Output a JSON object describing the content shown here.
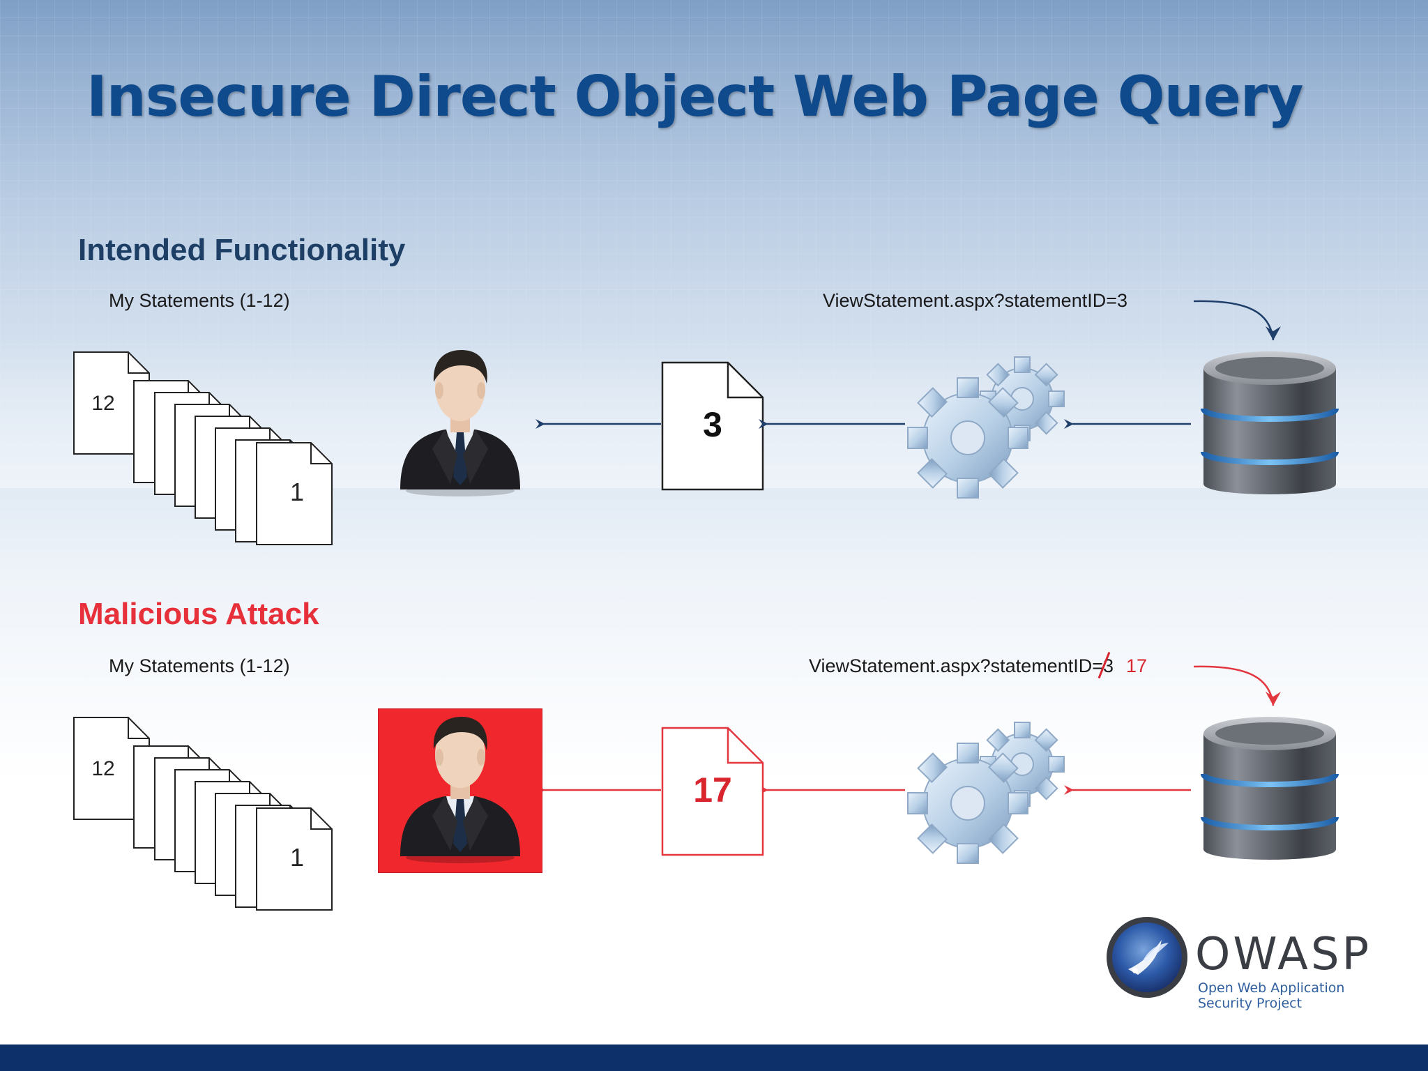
{
  "slide": {
    "title": "Insecure Direct Object Web Page Query"
  },
  "intended": {
    "heading": "Intended Functionality",
    "statements_caption": "My Statements (1-12)",
    "stack_top_number": "12",
    "stack_bottom_number": "1",
    "url_text": "ViewStatement.aspx?statementID=3",
    "returned_document_number": "3"
  },
  "malicious": {
    "heading": "Malicious Attack",
    "statements_caption": "My Statements (1-12)",
    "stack_top_number": "12",
    "stack_bottom_number": "1",
    "url_prefix": "ViewStatement.aspx?statementID=",
    "url_struck_id": "3",
    "url_new_id": "17",
    "returned_document_number": "17"
  },
  "logo": {
    "name": "OWASP",
    "tagline_line1": "Open Web Application",
    "tagline_line2": "Security Project"
  },
  "colors": {
    "title": "#0f4a8c",
    "intended_heading": "#1d3f66",
    "malicious_heading": "#e6303a",
    "intended_arrow": "#1f3f6a",
    "malicious_arrow": "#e2373f",
    "user_highlight": "#f0282d",
    "footer_bar": "#0d2f6a"
  },
  "icons": [
    "document-stack-icon",
    "user-icon",
    "document-icon",
    "gears-icon",
    "database-icon",
    "owasp-wasp-icon"
  ]
}
